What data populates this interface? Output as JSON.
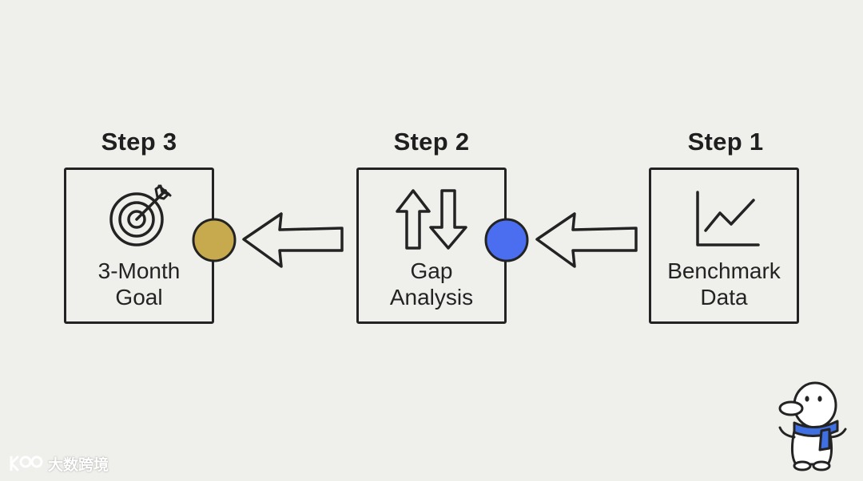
{
  "steps": [
    {
      "title": "Step 3",
      "label_line1": "3-Month",
      "label_line2": "Goal",
      "icon": "target-icon",
      "connector_color": "#c8aa4e"
    },
    {
      "title": "Step 2",
      "label_line1": "Gap",
      "label_line2": "Analysis",
      "icon": "up-down-arrows-icon",
      "connector_color": "#4b6ef0"
    },
    {
      "title": "Step 1",
      "label_line1": "Benchmark",
      "label_line2": "Data",
      "icon": "line-chart-icon"
    }
  ],
  "watermark": {
    "text": "大数跨境"
  },
  "colors": {
    "background": "#efefeb",
    "stroke": "#232323",
    "scarf": "#3f6fe0"
  }
}
